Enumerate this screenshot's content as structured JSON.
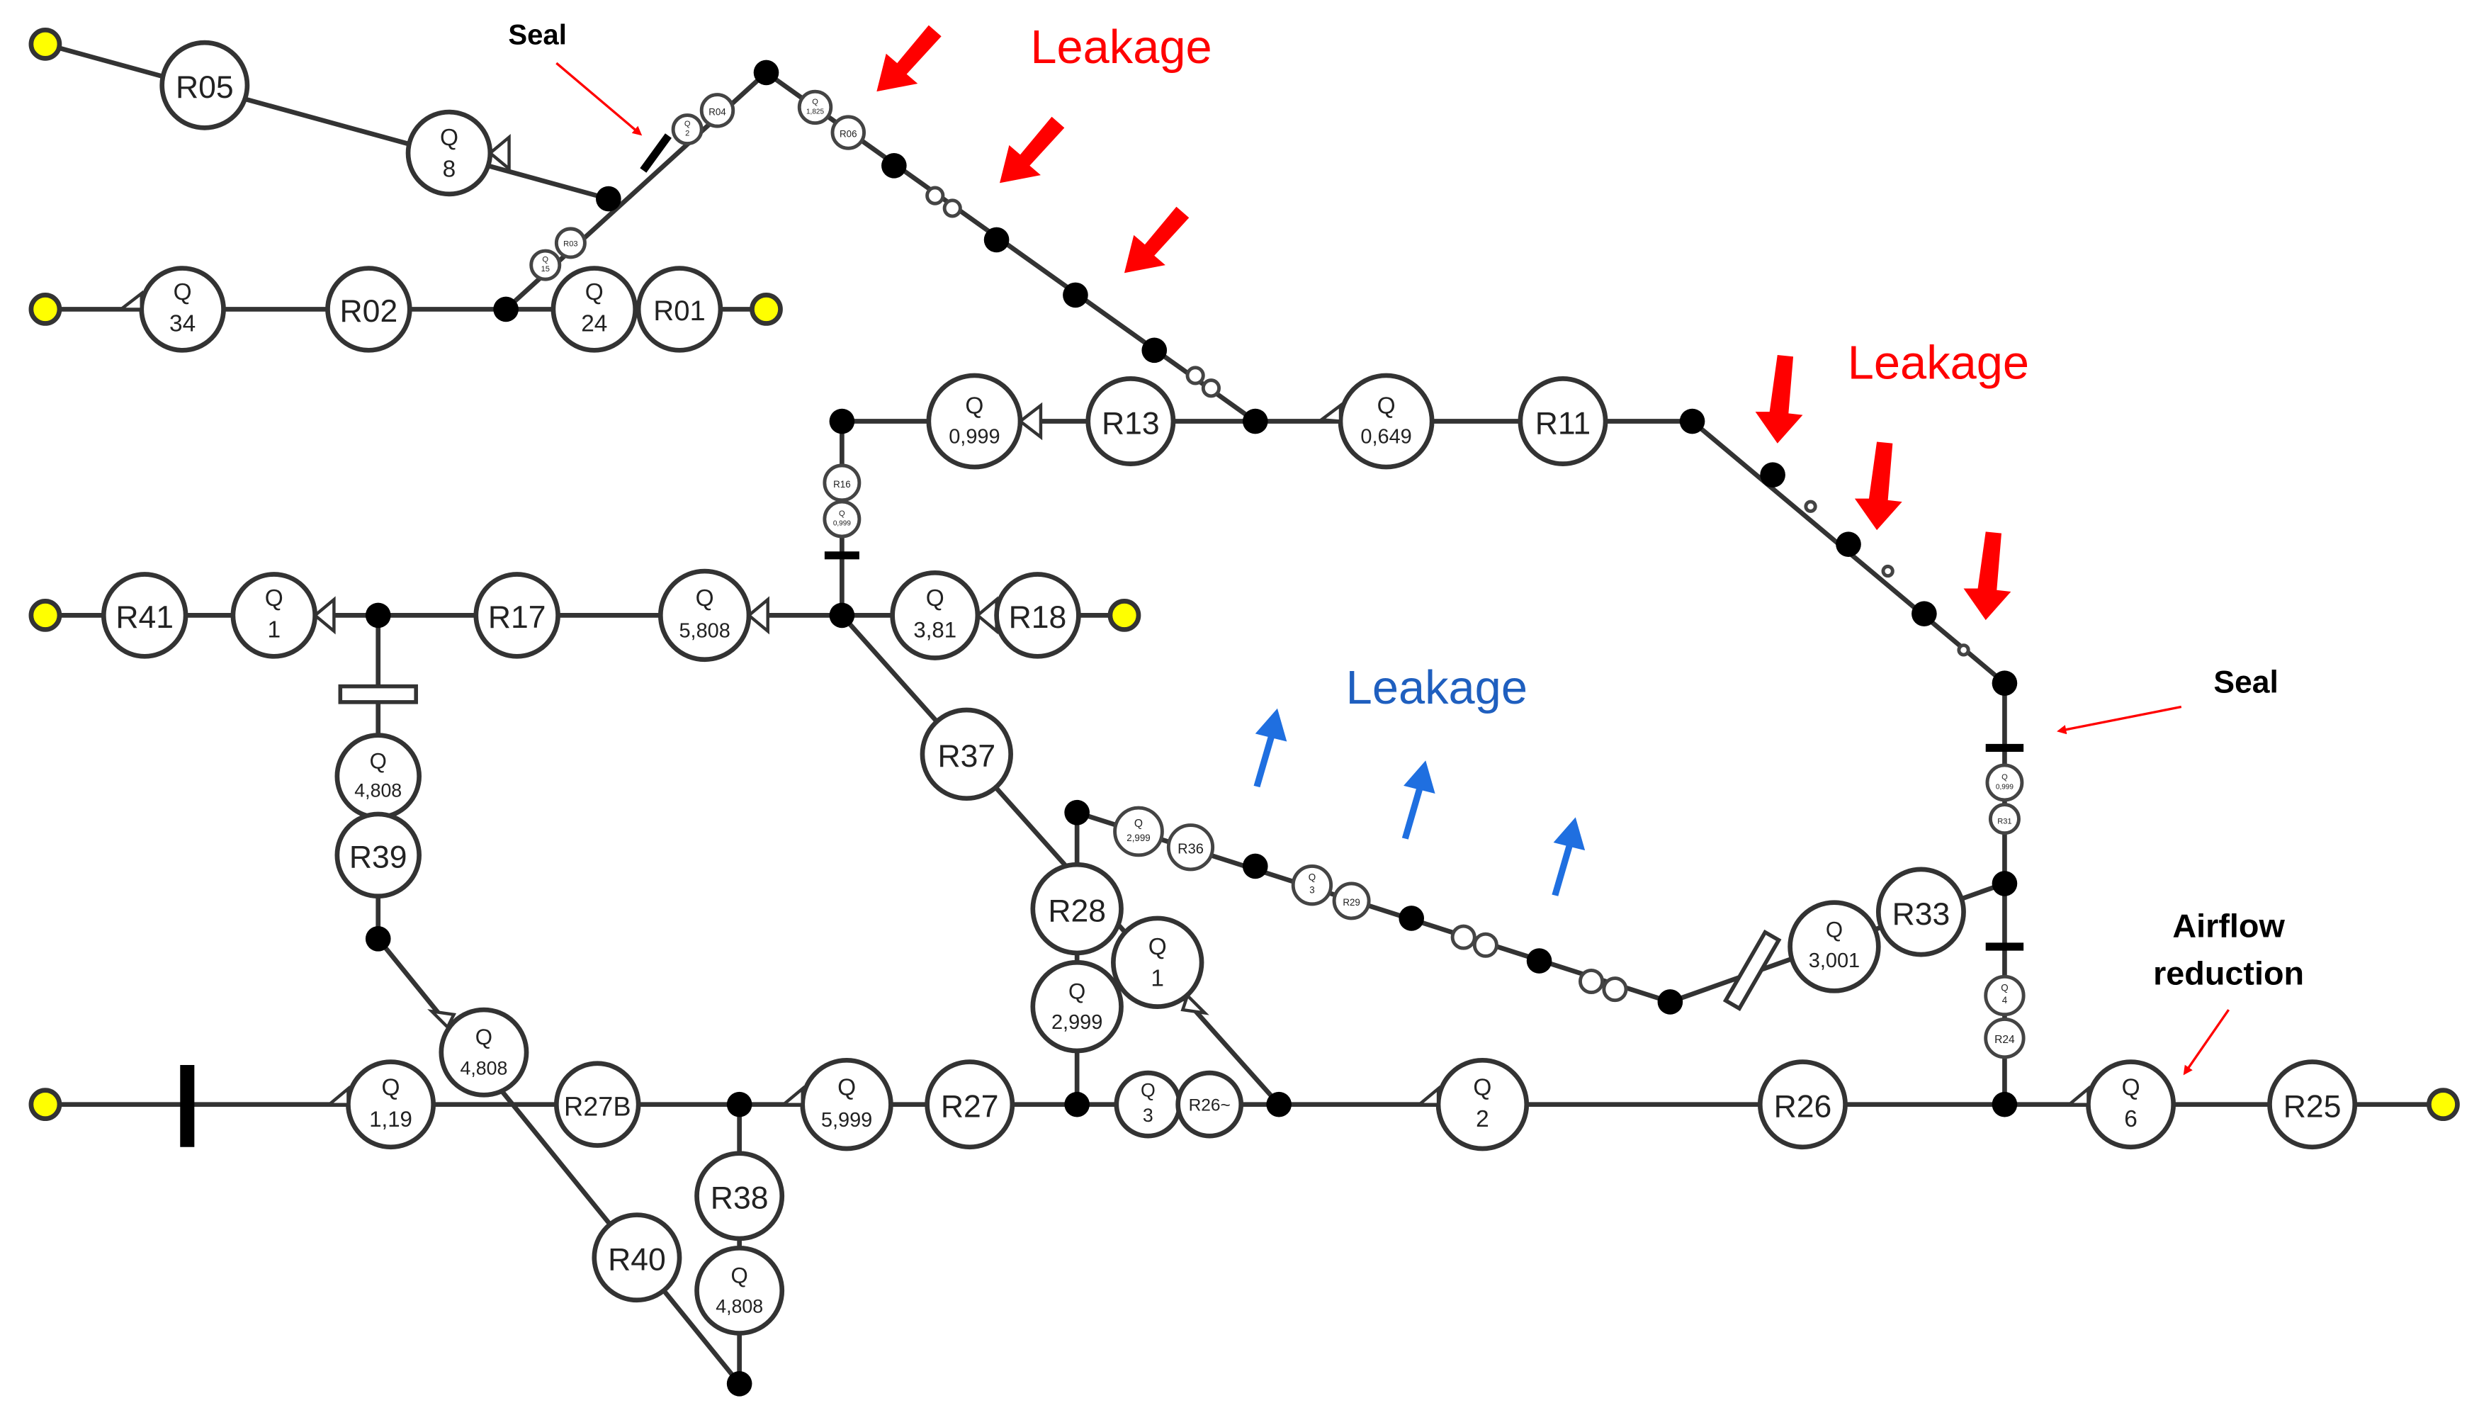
{
  "colors": {
    "terminal": "#ffff00",
    "node": "#000000",
    "edge": "#333333",
    "leak_red": "#ff0000",
    "leak_blue": "#1f5fbf",
    "text": "#222222"
  },
  "annotations": {
    "seal_1": "Seal",
    "leakage_1": "Leakage",
    "leakage_2": "Leakage",
    "leakage_3": "Leakage",
    "seal_2": "Seal",
    "airflow_reduction_1": "Airflow",
    "airflow_reduction_2": "reduction"
  },
  "elements": {
    "R05": "R05",
    "Q8_a": "Q",
    "Q8_b": "8",
    "R02": "R02",
    "Q34_a": "Q",
    "Q34_b": "34",
    "Q24_a": "Q",
    "Q24_b": "24",
    "R01": "R01",
    "R03": "R03",
    "Q15_a": "Q",
    "Q15_b": "15",
    "Q2s_a": "Q",
    "Q2s_b": "2",
    "R04": "R04",
    "Q1825_a": "Q",
    "Q1825_b": "1,825",
    "R06": "R06",
    "Q0999_a": "Q",
    "Q0999_b": "0,999",
    "R13": "R13",
    "Q0649_a": "Q",
    "Q0649_b": "0,649",
    "R11": "R11",
    "R16": "R16",
    "Q0999s_a": "Q",
    "Q0999s_b": "0,999",
    "R41": "R41",
    "Q1a_a": "Q",
    "Q1a_b": "1",
    "R17": "R17",
    "Q5808_a": "Q",
    "Q5808_b": "5,808",
    "Q381_a": "Q",
    "Q381_b": "3,81",
    "R18": "R18",
    "R37": "R37",
    "Q4808a_a": "Q",
    "Q4808a_b": "4,808",
    "R39": "R39",
    "Q2999a_a": "Q",
    "Q2999a_b": "2,999",
    "R36": "R36",
    "Q3a_a": "Q",
    "Q3a_b": "3",
    "R29": "R29",
    "R28": "R28",
    "Q1b_a": "Q",
    "Q1b_b": "1",
    "Q2999b_a": "Q",
    "Q2999b_b": "2,999",
    "Q3001_a": "Q",
    "Q3001_b": "3,001",
    "R33": "R33",
    "Q0999r_a": "Q",
    "Q0999r_b": "0,999",
    "R31": "R31",
    "Q4r_a": "Q",
    "Q4r_b": "4",
    "R24": "R24",
    "Q119_a": "Q",
    "Q119_b": "1,19",
    "Q4808b_a": "Q",
    "Q4808b_b": "4,808",
    "R27B": "R27B",
    "Q5999_a": "Q",
    "Q5999_b": "5,999",
    "R27": "R27",
    "Q3b_a": "Q",
    "Q3b_b": "3",
    "R26x": "R26~",
    "Q2_a": "Q",
    "Q2_b": "2",
    "R26": "R26",
    "Q6_a": "Q",
    "Q6_b": "6",
    "R25": "R25",
    "R38": "R38",
    "Q4808c_a": "Q",
    "Q4808c_b": "4,808",
    "R40": "R40"
  }
}
